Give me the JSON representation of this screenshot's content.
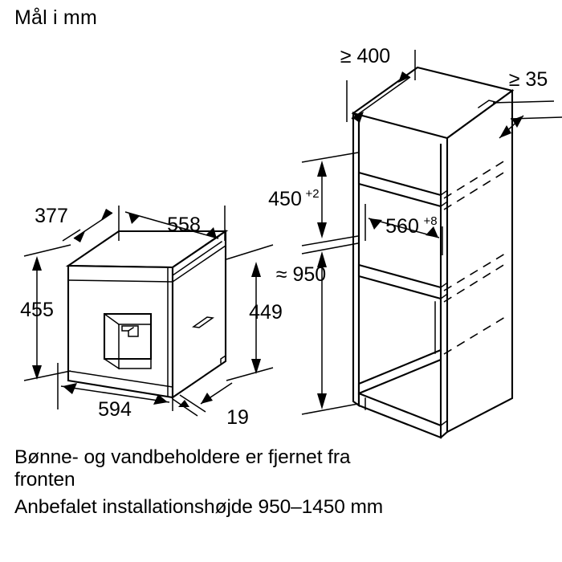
{
  "title": "Mål i mm",
  "notes": {
    "line1": "Bønne- og vandbeholdere er fjernet fra",
    "line2": "fronten",
    "line3": "Anbefalet installationshøjde 950–1450 mm"
  },
  "appliance": {
    "name": "built-in-coffee-machine",
    "dimensions": {
      "depth": "377",
      "width_top": "558",
      "height_left": "455",
      "height_right": "449",
      "width_front": "594",
      "door_offset": "19"
    }
  },
  "cabinet": {
    "name": "installation-niche",
    "dimensions": {
      "clearance_top": "≥ 400",
      "clearance_side": "≥ 35",
      "niche_height": "450",
      "niche_height_tol": "+2",
      "niche_width": "560",
      "niche_width_tol": "+8",
      "install_height": "≈ 950"
    }
  },
  "colors": {
    "ink": "#000000",
    "paper": "#ffffff"
  }
}
